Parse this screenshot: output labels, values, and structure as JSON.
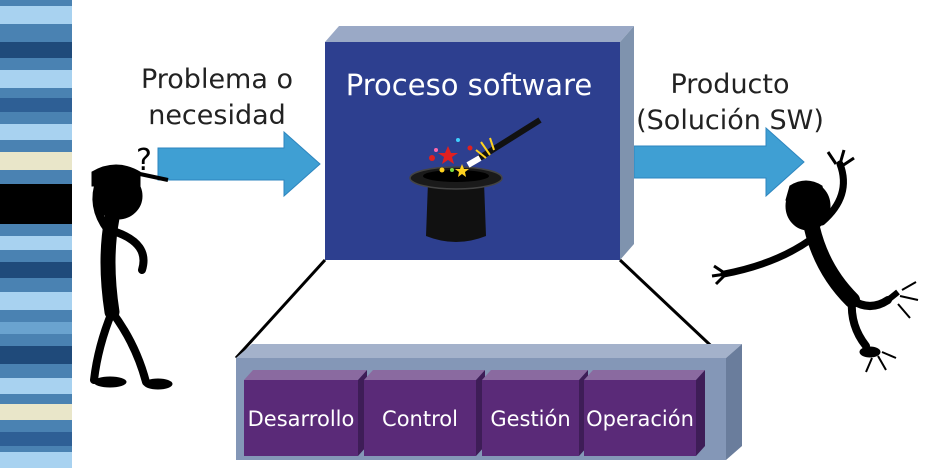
{
  "input_label": {
    "line1": "Problema o",
    "line2": "necesidad"
  },
  "output_label": {
    "line1": "Producto",
    "line2": "(Solución SW)"
  },
  "process": {
    "title": "Proceso software"
  },
  "question_mark": "?",
  "subprocesses": [
    "Desarrollo",
    "Control",
    "Gestión",
    "Operación"
  ],
  "colors": {
    "process_box": "#2d3f8f",
    "process_side": "#7f93ae",
    "arrow": "#3f9fd3",
    "subprocess_box": "#5a2a78",
    "container": "#8497b7",
    "stripe_colors": [
      "#5a8fb8",
      "#a8d2f0",
      "#1f4a7a",
      "#e9e6c9",
      "#000000",
      "#4c7fb0"
    ]
  }
}
